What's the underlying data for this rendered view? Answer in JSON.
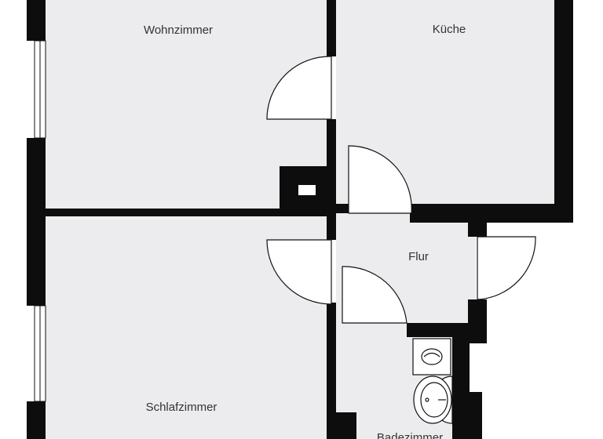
{
  "rooms": {
    "wohnzimmer": "Wohnzimmer",
    "kueche": "Küche",
    "flur": "Flur",
    "schlafzimmer": "Schlafzimmer",
    "badezimmer": "Badezimmer"
  },
  "colors": {
    "wall": "#0d0d0d",
    "floor": "#ececee",
    "background": "#ffffff",
    "line": "#111111",
    "label": "#333333"
  },
  "icons": [
    "door-swing-icon",
    "window-icon",
    "toilet-icon",
    "washbasin-icon",
    "chimney-icon"
  ]
}
